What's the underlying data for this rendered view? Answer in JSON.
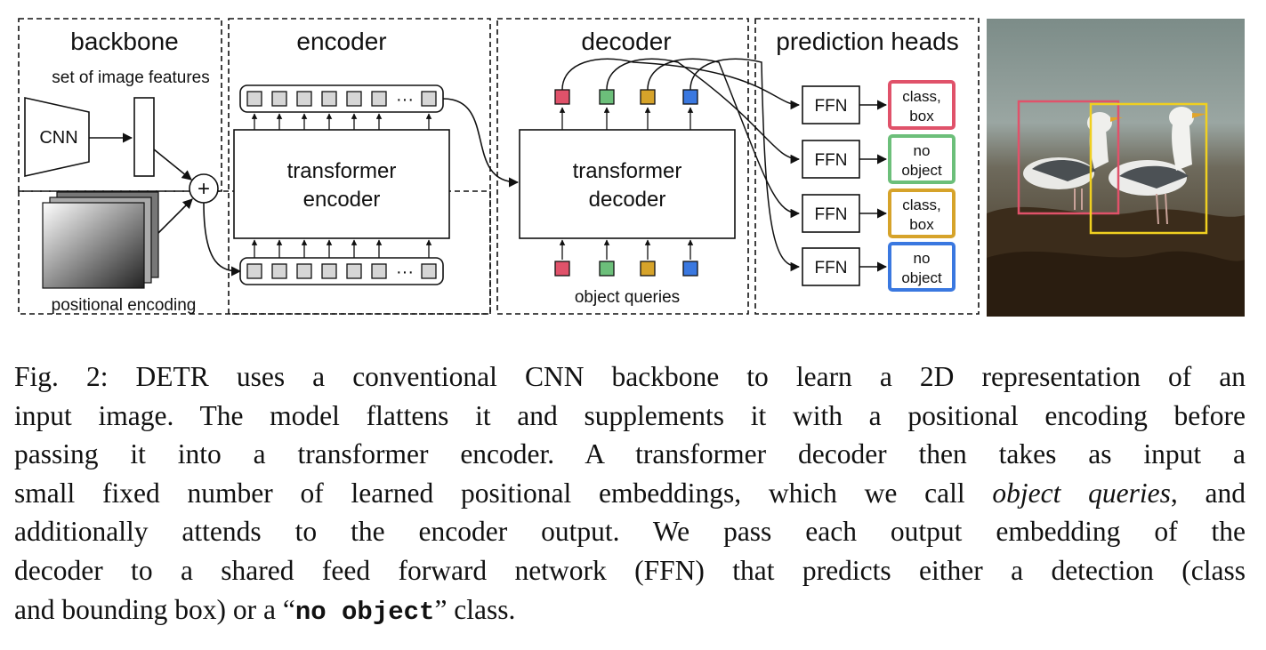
{
  "figure": {
    "sections": {
      "backbone": "backbone",
      "encoder": "encoder",
      "decoder": "decoder",
      "prediction_heads": "prediction heads"
    },
    "backbone": {
      "features_label": "set of image features",
      "cnn_label": "CNN",
      "plus_symbol": "+",
      "pos_enc_label": "positional encoding"
    },
    "encoder": {
      "block_line1": "transformer",
      "block_line2": "encoder",
      "ellipsis": "···"
    },
    "decoder": {
      "block_line1": "transformer",
      "block_line2": "decoder",
      "queries_label": "object queries"
    },
    "query_colors": [
      "#e0526a",
      "#6cbf7a",
      "#d6a32a",
      "#3a78e0"
    ],
    "heads": [
      {
        "ffn": "FFN",
        "line1": "class,",
        "line2": "box",
        "color": "#e0526a"
      },
      {
        "ffn": "FFN",
        "line1": "no",
        "line2": "object",
        "color": "#6cbf7a"
      },
      {
        "ffn": "FFN",
        "line1": "class,",
        "line2": "box",
        "color": "#d6a32a"
      },
      {
        "ffn": "FFN",
        "line1": "no",
        "line2": "object",
        "color": "#3a78e0"
      }
    ],
    "detection_box_colors": [
      "#e0526a",
      "#f0d020"
    ]
  },
  "caption": {
    "l1": "Fig. 2: DETR uses a conventional CNN backbone to learn a 2D representation of an",
    "l2": "input image. The model flattens it and supplements it with a positional encoding before",
    "l3": "passing it into a transformer encoder. A transformer decoder then takes as input a",
    "l4a": "small fixed number of learned positional embeddings, which we call ",
    "l4b": "object queries",
    "l4c": ", and",
    "l5": "additionally attends to the encoder output. We pass each output embedding of the",
    "l6": "decoder to a shared feed forward network (FFN) that predicts either a detection (class",
    "l7a": "and bounding box) or a “",
    "l7b": "no object",
    "l7c": "” class."
  }
}
